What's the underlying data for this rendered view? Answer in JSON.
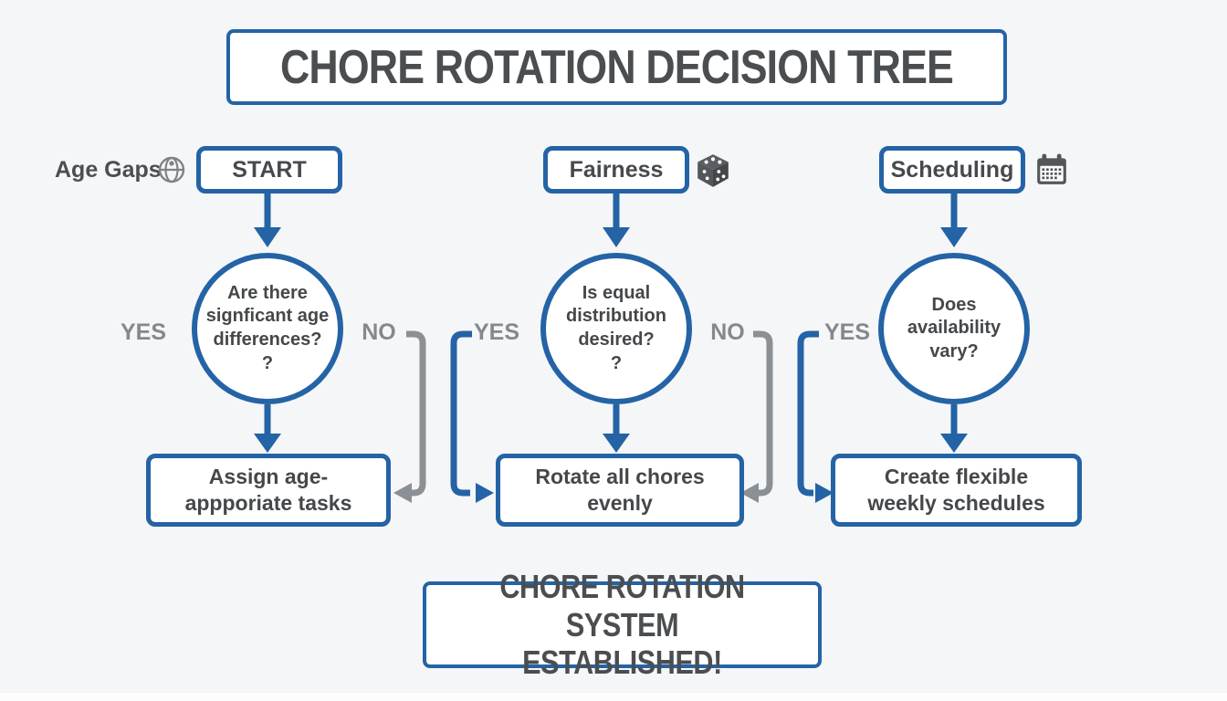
{
  "title": "CHORE ROTATION DECISION TREE",
  "side_label": "Age Gaps",
  "columns": [
    {
      "header": "START",
      "icon": "globe-icon",
      "question": "Are there\nsignficant age\ndifferences?\n?",
      "yes": "YES",
      "no": "NO",
      "action": "Assign age-\nappporiate tasks"
    },
    {
      "header": "Fairness",
      "icon": "dice-icon",
      "question": "Is equal\ndistribution\ndesired?\n?",
      "yes": "YES",
      "no": "NO",
      "action": "Rotate all chores\nevenly"
    },
    {
      "header": "Scheduling",
      "icon": "calendar-icon",
      "question": "Does\navailability\nvary?",
      "yes": "YES",
      "action": "Create flexible\nweekly schedules"
    }
  ],
  "footer": "CHORE ROTATION SYSTEM\nESTABLISHED!",
  "colors": {
    "blue": "#2463a5",
    "gray": "#8b9094",
    "dark_gray_icon": "#54575a",
    "text_dark": "#474a4d",
    "background": "#f5f6f8"
  }
}
